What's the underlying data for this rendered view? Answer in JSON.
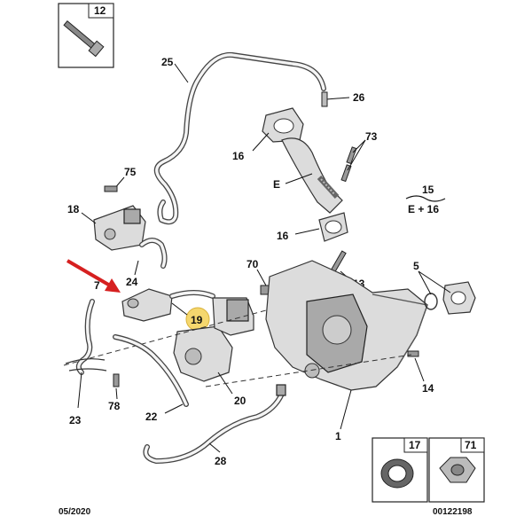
{
  "callouts": {
    "c12": "12",
    "c25": "25",
    "c26": "26",
    "c16a": "16",
    "c73": "73",
    "c75": "75",
    "cE": "E",
    "c15": "15",
    "cE16": "E + 16",
    "c18": "18",
    "c16b": "16",
    "c70": "70",
    "c5": "5",
    "c24": "24",
    "c7": "7",
    "c13": "13",
    "c19": "19",
    "c14": "14",
    "c20": "20",
    "c78": "78",
    "c22": "22",
    "c23": "23",
    "c1": "1",
    "c28": "28",
    "c17": "17",
    "c71": "71"
  },
  "footer": {
    "date": "05/2020",
    "reference": "00122198"
  },
  "colors": {
    "highlight": "#f5d76e",
    "arrow": "#d62020"
  }
}
